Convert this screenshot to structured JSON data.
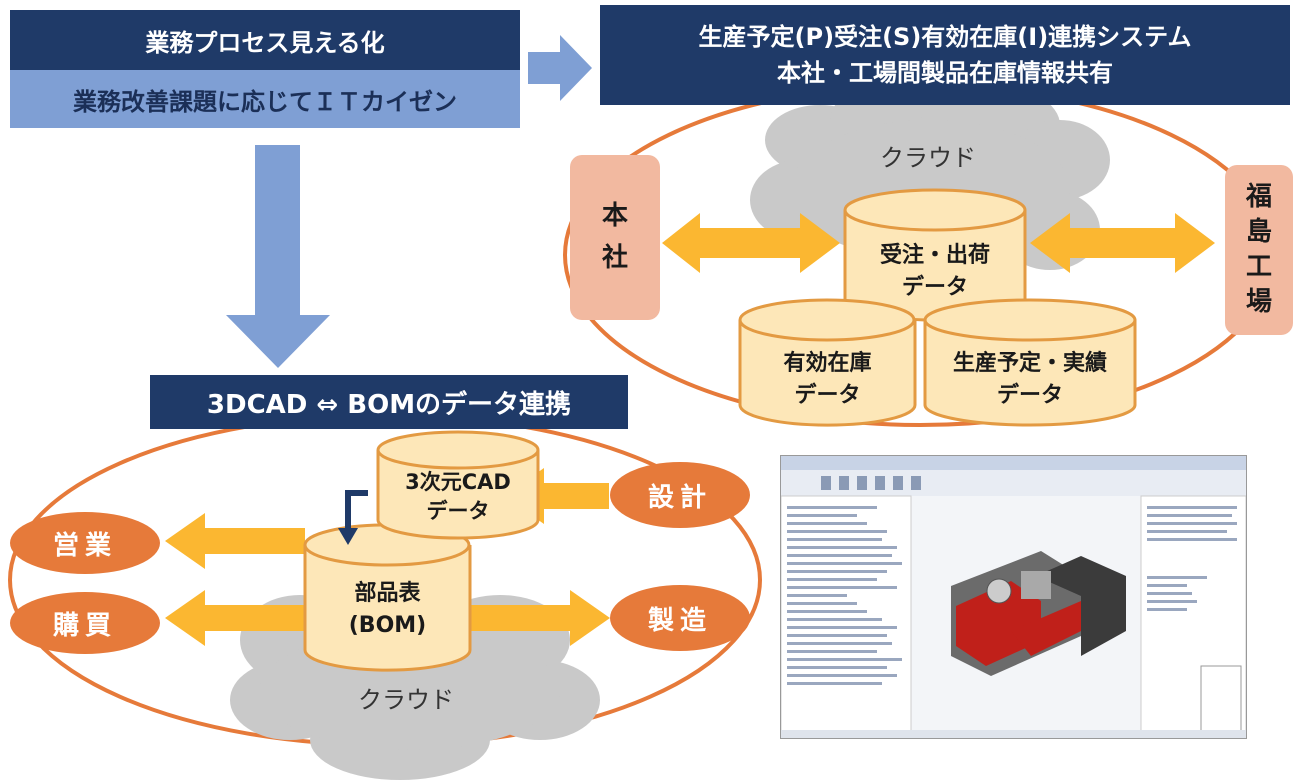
{
  "top_left": {
    "title": "業務プロセス見える化",
    "subtitle": "業務改善課題に応じてＩＴカイゼン"
  },
  "top_right": {
    "line1": "生産予定(P)受注(S)有効在庫(I)連携システム",
    "line2": "本社・工場間製品在庫情報共有",
    "cloud_label": "クラウド",
    "honsha": [
      "本",
      "社"
    ],
    "factory": [
      "福",
      "島",
      "工",
      "場"
    ],
    "db_orders": [
      "受注・出荷",
      "データ"
    ],
    "db_stock": [
      "有効在庫",
      "データ"
    ],
    "db_production": [
      "生産予定・実績",
      "データ"
    ]
  },
  "bottom": {
    "title": "3DCAD ⇔ BOMのデータ連携",
    "cloud_label": "クラウド",
    "cad_db": [
      "3次元CAD",
      "データ"
    ],
    "bom_db": [
      "部品表",
      "(BOM)"
    ],
    "design": "設計",
    "sales": "営業",
    "purchase": "購買",
    "manufacturing": "製造"
  },
  "colors": {
    "navy": "#1f3a68",
    "light_blue": "#7f9fd4",
    "orange": "#e67a3a",
    "arrow_yellow": "#fbb731",
    "cylinder": "#fde7b8",
    "cylinder_stroke": "#e39a42",
    "cloud": "#c9c9c9",
    "peach": "#f2b9a0"
  },
  "icons": [
    "blue-down-arrow-icon",
    "blue-right-arrow-icon",
    "double-arrow-icon",
    "cloud-icon",
    "cylinder-icon",
    "cad-screenshot-image"
  ]
}
